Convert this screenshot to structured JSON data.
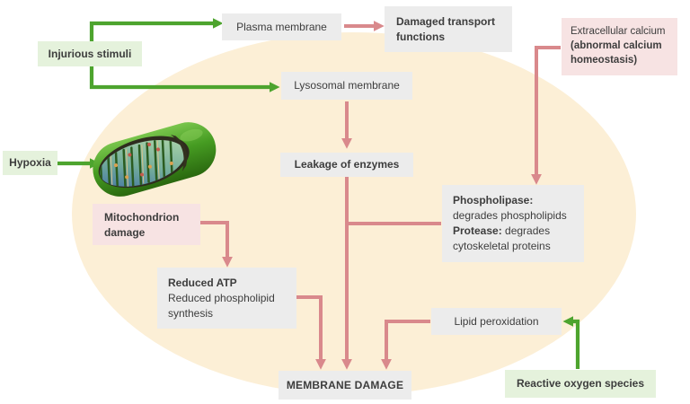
{
  "colors": {
    "background": "#ffffff",
    "cell_fill": "#fcefd6",
    "gray_box": "#ececec",
    "green_box": "#e5f2dc",
    "pink_box": "#f7e3e3",
    "green_arrow": "#4da42e",
    "pink_arrow": "#d9898c",
    "text": "#3d3d3d"
  },
  "nodes": {
    "injurious_stimuli": {
      "label": "Injurious stimuli"
    },
    "plasma_membrane": {
      "label": "Plasma membrane"
    },
    "damaged_transport": {
      "line1": "Damaged transport",
      "line2": "functions"
    },
    "extracellular_calcium": {
      "line1": "Extracellular calcium",
      "line2": "(abnormal calcium",
      "line3": "homeostasis)"
    },
    "lysosomal_membrane": {
      "label": "Lysosomal membrane"
    },
    "leakage_of_enzymes": {
      "label": "Leakage of enzymes"
    },
    "hypoxia": {
      "label": "Hypoxia"
    },
    "mitochondrion_damage": {
      "line1": "Mitochondrion",
      "line2": "damage"
    },
    "phospholipase_protease": {
      "line1_bold": "Phospholipase:",
      "line2": "degrades phospholipids",
      "line3_bold": "Protease:",
      "line3_rest": " degrades",
      "line4": "cytoskeletal proteins"
    },
    "reduced_atp": {
      "line1_bold": "Reduced ATP",
      "line2": "Reduced phospholipid",
      "line3": "synthesis"
    },
    "lipid_peroxidation": {
      "label": "Lipid peroxidation"
    },
    "membrane_damage": {
      "label": "MEMBRANE DAMAGE"
    },
    "reactive_oxygen_species": {
      "label": "Reactive oxygen species"
    }
  },
  "edges": [
    {
      "from": "Injurious stimuli",
      "to": "Plasma membrane",
      "color": "green"
    },
    {
      "from": "Injurious stimuli",
      "to": "Lysosomal membrane",
      "color": "green"
    },
    {
      "from": "Hypoxia",
      "to": "Mitochondrion",
      "color": "green"
    },
    {
      "from": "Reactive oxygen species",
      "to": "Lipid peroxidation",
      "color": "green"
    },
    {
      "from": "Plasma membrane",
      "to": "Damaged transport functions",
      "color": "pink"
    },
    {
      "from": "Lysosomal membrane",
      "to": "Leakage of enzymes",
      "color": "pink"
    },
    {
      "from": "Extracellular calcium (abnormal calcium homeostasis)",
      "to": "Phospholipase / Protease",
      "color": "pink"
    },
    {
      "from": "Leakage of enzymes",
      "to": "MEMBRANE DAMAGE",
      "color": "pink"
    },
    {
      "from": "Phospholipase / Protease",
      "to": "MEMBRANE DAMAGE",
      "color": "pink"
    },
    {
      "from": "Mitochondrion damage",
      "to": "Reduced ATP",
      "color": "pink"
    },
    {
      "from": "Reduced ATP",
      "to": "MEMBRANE DAMAGE",
      "color": "pink"
    },
    {
      "from": "Lipid peroxidation",
      "to": "MEMBRANE DAMAGE",
      "color": "pink"
    }
  ]
}
